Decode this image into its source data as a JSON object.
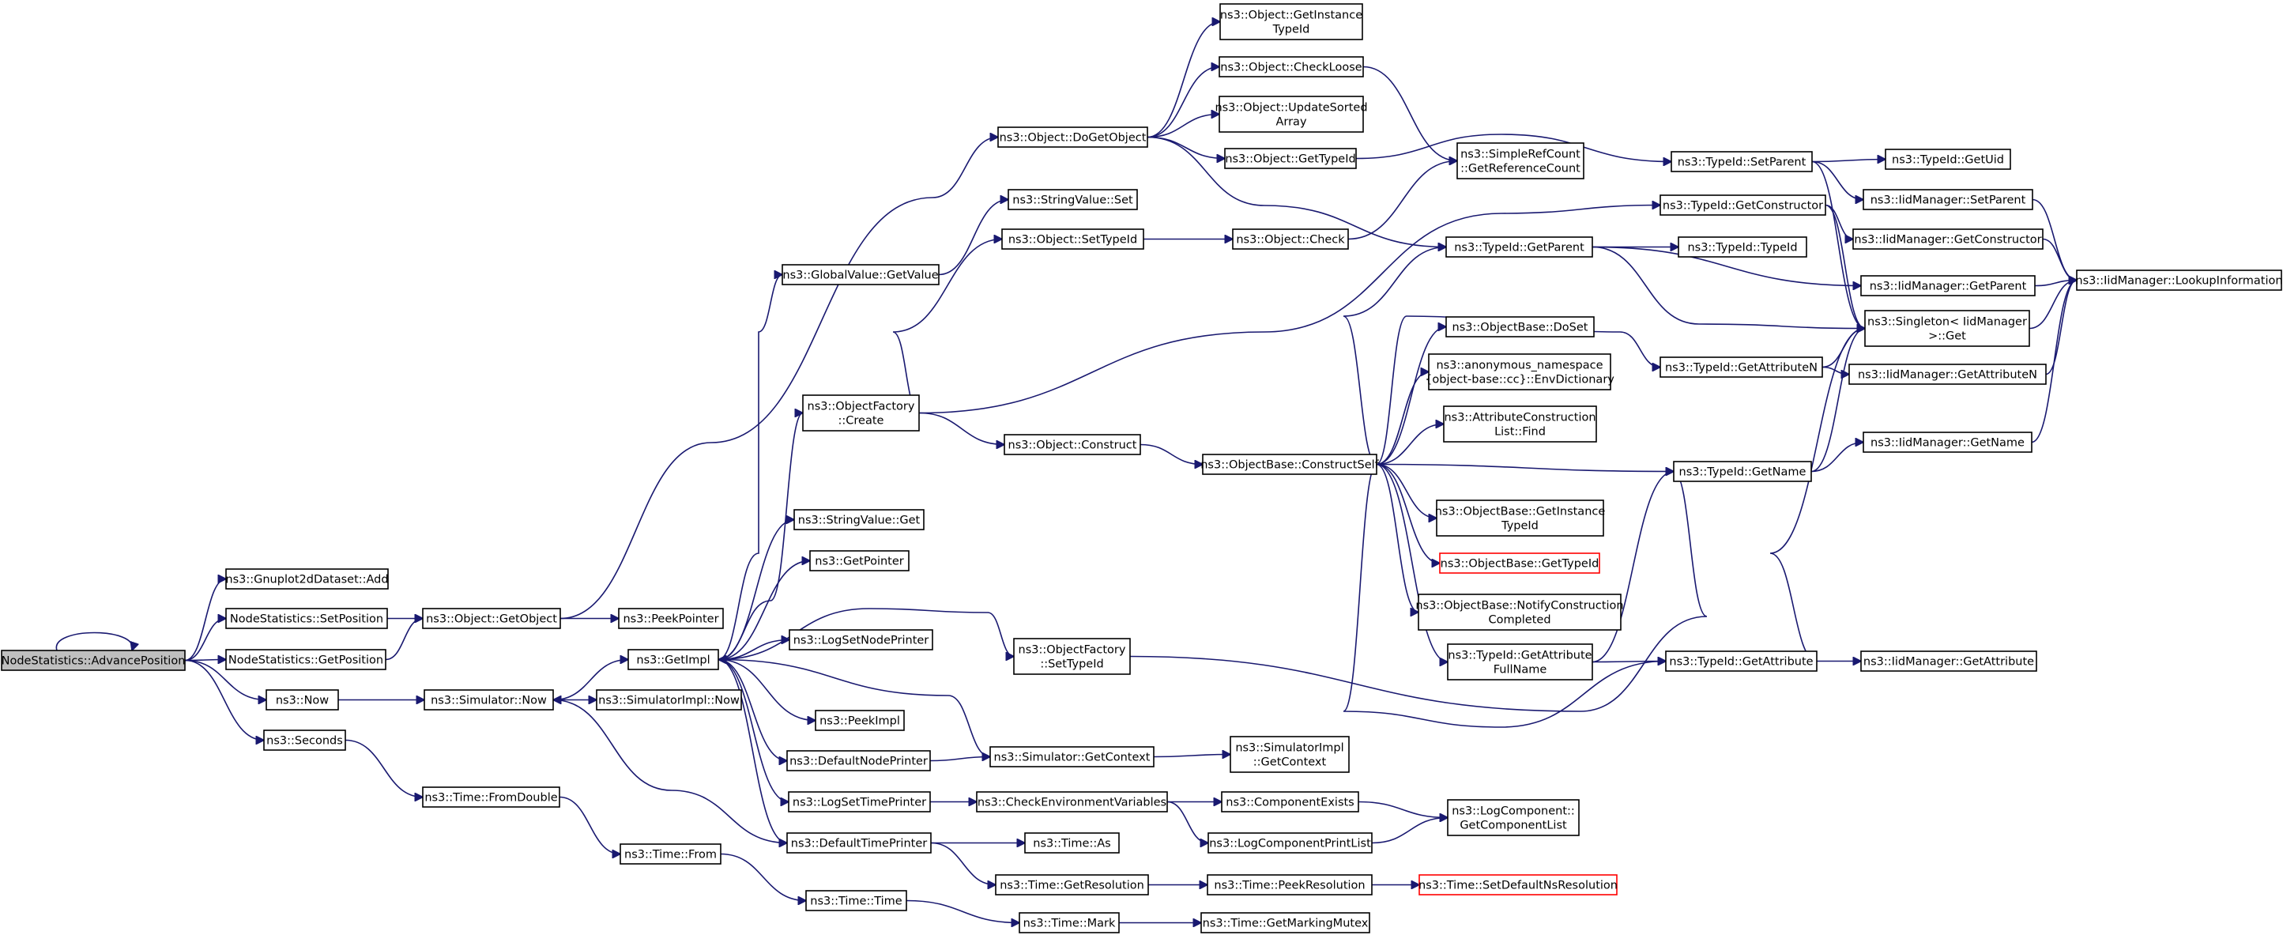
{
  "diagram": {
    "type": "call-graph",
    "colors": {
      "edge": "#191970",
      "root_fill": "#bfbfbf",
      "highlight_border": "#ff0000",
      "node_border": "#000000"
    },
    "nodes": [
      {
        "id": "advpos",
        "lines": [
          "NodeStatistics::AdvancePosition"
        ],
        "style": "root"
      },
      {
        "id": "gnuplot_add",
        "lines": [
          "ns3::Gnuplot2dDataset::Add"
        ]
      },
      {
        "id": "setpos",
        "lines": [
          "NodeStatistics::SetPosition"
        ]
      },
      {
        "id": "getpos",
        "lines": [
          "NodeStatistics::GetPosition"
        ]
      },
      {
        "id": "now",
        "lines": [
          "ns3::Now"
        ]
      },
      {
        "id": "seconds",
        "lines": [
          "ns3::Seconds"
        ]
      },
      {
        "id": "getobject",
        "lines": [
          "ns3::Object::GetObject"
        ]
      },
      {
        "id": "peekpointer",
        "lines": [
          "ns3::PeekPointer"
        ]
      },
      {
        "id": "sim_now",
        "lines": [
          "ns3::Simulator::Now"
        ]
      },
      {
        "id": "simimpl_now",
        "lines": [
          "ns3::SimulatorImpl::Now"
        ]
      },
      {
        "id": "getimpl",
        "lines": [
          "ns3::GetImpl"
        ]
      },
      {
        "id": "fromdouble",
        "lines": [
          "ns3::Time::FromDouble"
        ]
      },
      {
        "id": "time_from",
        "lines": [
          "ns3::Time::From"
        ]
      },
      {
        "id": "time_time",
        "lines": [
          "ns3::Time::Time"
        ]
      },
      {
        "id": "time_mark",
        "lines": [
          "ns3::Time::Mark"
        ]
      },
      {
        "id": "getmarkingmutex",
        "lines": [
          "ns3::Time::GetMarkingMutex"
        ]
      },
      {
        "id": "globalvalue_get",
        "lines": [
          "ns3::GlobalValue::GetValue"
        ]
      },
      {
        "id": "objfactory_create",
        "lines": [
          "ns3::ObjectFactory",
          "::Create"
        ]
      },
      {
        "id": "stringvalue_get",
        "lines": [
          "ns3::StringValue::Get"
        ]
      },
      {
        "id": "getpointer",
        "lines": [
          "ns3::GetPointer"
        ]
      },
      {
        "id": "logsetnodeprinter",
        "lines": [
          "ns3::LogSetNodePrinter"
        ]
      },
      {
        "id": "peekimpl",
        "lines": [
          "ns3::PeekImpl"
        ]
      },
      {
        "id": "defaultnodeprinter",
        "lines": [
          "ns3::DefaultNodePrinter"
        ]
      },
      {
        "id": "logsettimeprinter",
        "lines": [
          "ns3::LogSetTimePrinter"
        ]
      },
      {
        "id": "defaulttimeprinter",
        "lines": [
          "ns3::DefaultTimePrinter"
        ]
      },
      {
        "id": "dogetobject",
        "lines": [
          "ns3::Object::DoGetObject"
        ]
      },
      {
        "id": "stringvalue_set",
        "lines": [
          "ns3::StringValue::Set"
        ]
      },
      {
        "id": "settypeid",
        "lines": [
          "ns3::Object::SetTypeId"
        ]
      },
      {
        "id": "obj_construct",
        "lines": [
          "ns3::Object::Construct"
        ]
      },
      {
        "id": "objfactory_settypeid",
        "lines": [
          "ns3::ObjectFactory",
          "::SetTypeId"
        ]
      },
      {
        "id": "sim_getcontext",
        "lines": [
          "ns3::Simulator::GetContext"
        ]
      },
      {
        "id": "checkenvvars",
        "lines": [
          "ns3::CheckEnvironmentVariables"
        ]
      },
      {
        "id": "time_as",
        "lines": [
          "ns3::Time::As"
        ]
      },
      {
        "id": "getresolution",
        "lines": [
          "ns3::Time::GetResolution"
        ]
      },
      {
        "id": "getinstancetypeid",
        "lines": [
          "ns3::Object::GetInstance",
          "TypeId"
        ]
      },
      {
        "id": "checkloose",
        "lines": [
          "ns3::Object::CheckLoose"
        ]
      },
      {
        "id": "updatesorted",
        "lines": [
          "ns3::Object::UpdateSorted",
          "Array"
        ]
      },
      {
        "id": "obj_gettypeid",
        "lines": [
          "ns3::Object::GetTypeId"
        ]
      },
      {
        "id": "obj_check",
        "lines": [
          "ns3::Object::Check"
        ]
      },
      {
        "id": "constructself",
        "lines": [
          "ns3::ObjectBase::ConstructSelf"
        ]
      },
      {
        "id": "simimpl_getcontext",
        "lines": [
          "ns3::SimulatorImpl",
          "::GetContext"
        ]
      },
      {
        "id": "componentexists",
        "lines": [
          "ns3::ComponentExists"
        ]
      },
      {
        "id": "logcompprintlist",
        "lines": [
          "ns3::LogComponentPrintList"
        ]
      },
      {
        "id": "peekresolution",
        "lines": [
          "ns3::Time::PeekResolution"
        ]
      },
      {
        "id": "simplerefcount",
        "lines": [
          "ns3::SimpleRefCount",
          "::GetReferenceCount"
        ]
      },
      {
        "id": "typeid_getparent",
        "lines": [
          "ns3::TypeId::GetParent"
        ]
      },
      {
        "id": "objbase_doset",
        "lines": [
          "ns3::ObjectBase::DoSet"
        ]
      },
      {
        "id": "envdictionary",
        "lines": [
          "ns3::anonymous_namespace",
          "{object-base::cc}::EnvDictionary"
        ]
      },
      {
        "id": "attrconstructionlist",
        "lines": [
          "ns3::AttributeConstruction",
          "List::Find"
        ]
      },
      {
        "id": "objbase_getinstancetypeid",
        "lines": [
          "ns3::ObjectBase::GetInstance",
          "TypeId"
        ]
      },
      {
        "id": "objbase_gettypeid",
        "lines": [
          "ns3::ObjectBase::GetTypeId"
        ],
        "style": "red"
      },
      {
        "id": "notifyconstruction",
        "lines": [
          "ns3::ObjectBase::NotifyConstruction",
          "Completed"
        ]
      },
      {
        "id": "getattributefullname",
        "lines": [
          "ns3::TypeId::GetAttribute",
          "FullName"
        ]
      },
      {
        "id": "getcomponentlist",
        "lines": [
          "ns3::LogComponent::",
          "GetComponentList"
        ]
      },
      {
        "id": "setdefaultnsres",
        "lines": [
          "ns3::Time::SetDefaultNsResolution"
        ],
        "style": "red"
      },
      {
        "id": "typeid_setparent",
        "lines": [
          "ns3::TypeId::SetParent"
        ]
      },
      {
        "id": "typeid_getconstructor",
        "lines": [
          "ns3::TypeId::GetConstructor"
        ]
      },
      {
        "id": "typeid_typeid",
        "lines": [
          "ns3::TypeId::TypeId"
        ]
      },
      {
        "id": "typeid_getattributen",
        "lines": [
          "ns3::TypeId::GetAttributeN"
        ]
      },
      {
        "id": "typeid_getname",
        "lines": [
          "ns3::TypeId::GetName"
        ]
      },
      {
        "id": "typeid_getattribute",
        "lines": [
          "ns3::TypeId::GetAttribute"
        ]
      },
      {
        "id": "typeid_getuid",
        "lines": [
          "ns3::TypeId::GetUid"
        ]
      },
      {
        "id": "iid_setparent",
        "lines": [
          "ns3::IidManager::SetParent"
        ]
      },
      {
        "id": "iid_getconstructor",
        "lines": [
          "ns3::IidManager::GetConstructor"
        ]
      },
      {
        "id": "iid_getparent",
        "lines": [
          "ns3::IidManager::GetParent"
        ]
      },
      {
        "id": "singleton_get",
        "lines": [
          "ns3::Singleton< IidManager",
          " >::Get"
        ]
      },
      {
        "id": "iid_getattributen",
        "lines": [
          "ns3::IidManager::GetAttributeN"
        ]
      },
      {
        "id": "iid_getname",
        "lines": [
          "ns3::IidManager::GetName"
        ]
      },
      {
        "id": "iid_getattribute",
        "lines": [
          "ns3::IidManager::GetAttribute"
        ]
      },
      {
        "id": "iid_lookupinformation",
        "lines": [
          "ns3::IidManager::LookupInformation"
        ]
      }
    ]
  }
}
